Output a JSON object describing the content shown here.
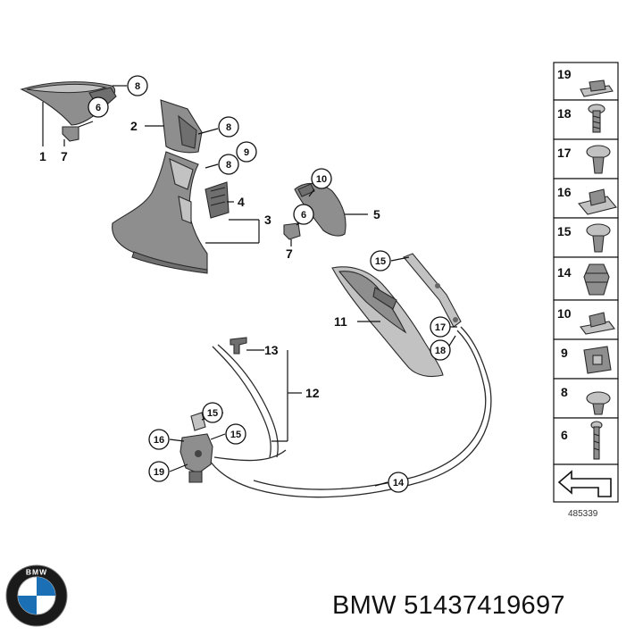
{
  "callouts": [
    "1",
    "2",
    "3",
    "4",
    "5",
    "6",
    "7",
    "8",
    "9",
    "10",
    "11",
    "12",
    "13",
    "14",
    "15",
    "16",
    "17",
    "18",
    "19"
  ],
  "legend_cells": [
    {
      "number": "19",
      "icon": "clip-nut-icon"
    },
    {
      "number": "18",
      "icon": "screw-icon"
    },
    {
      "number": "17",
      "icon": "expanding-rivet-icon"
    },
    {
      "number": "16",
      "icon": "sheet-clip-icon"
    },
    {
      "number": "15",
      "icon": "expanding-rivet-icon"
    },
    {
      "number": "14",
      "icon": "spring-clip-icon"
    },
    {
      "number": "10",
      "icon": "clip-nut-icon"
    },
    {
      "number": "9",
      "icon": "clip-icon"
    },
    {
      "number": "8",
      "icon": "expanding-rivet-icon"
    },
    {
      "number": "6",
      "icon": "screw-icon"
    }
  ],
  "image_number": "485339",
  "brand_caption": "BMW 51437419697",
  "logo_text": "BMW"
}
